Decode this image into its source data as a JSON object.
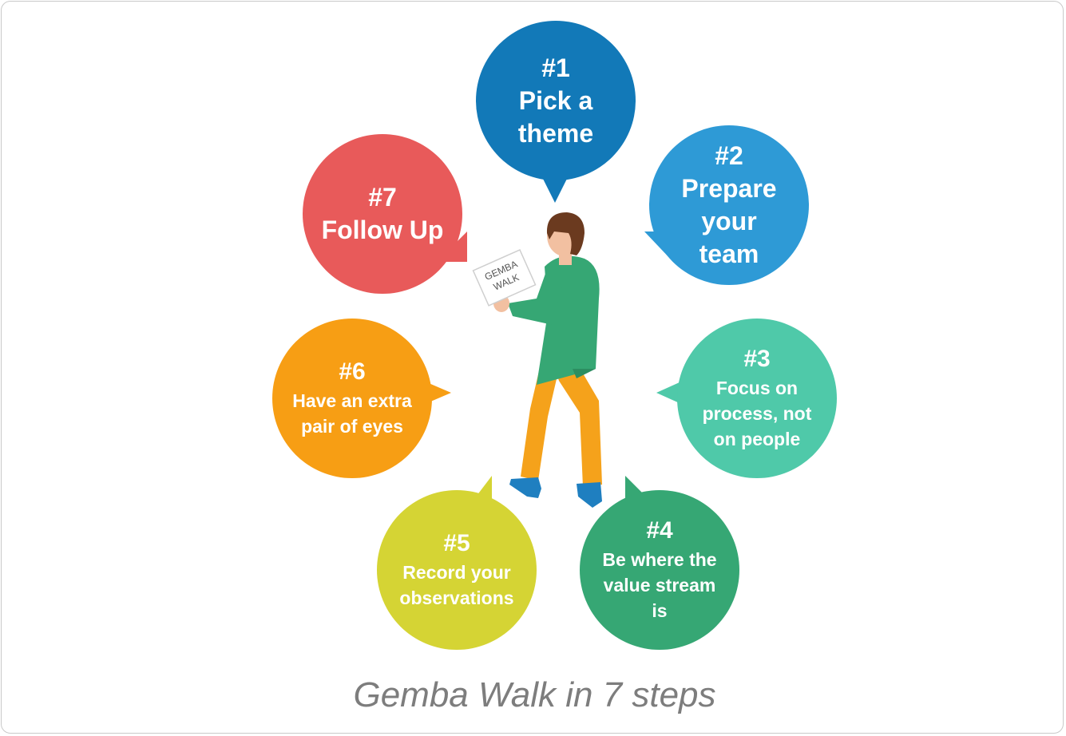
{
  "steps": [
    {
      "number": "#1",
      "text": "Pick a\ntheme",
      "color": "#1279b8"
    },
    {
      "number": "#2",
      "text": "Prepare\nyour\nteam",
      "color": "#2e9ad6"
    },
    {
      "number": "#3",
      "text": "Focus on\nprocess, not\non people",
      "color": "#4fc9a9"
    },
    {
      "number": "#4",
      "text": "Be where the\nvalue stream\nis",
      "color": "#36a774"
    },
    {
      "number": "#5",
      "text": "Record your\nobservations",
      "color": "#d5d434"
    },
    {
      "number": "#6",
      "text": "Have an extra\npair of eyes",
      "color": "#f79e14"
    },
    {
      "number": "#7",
      "text": "Follow Up",
      "color": "#e85a5a"
    }
  ],
  "figure": {
    "sign_text": "GEMBA\nWALK",
    "shirt_color": "#36a774",
    "pants_color": "#f5a21b",
    "shoe_color": "#1f7fc0",
    "hair_color": "#6b3a1f",
    "skin_color": "#f2c0a1"
  },
  "caption": "Gemba Walk in 7 steps"
}
